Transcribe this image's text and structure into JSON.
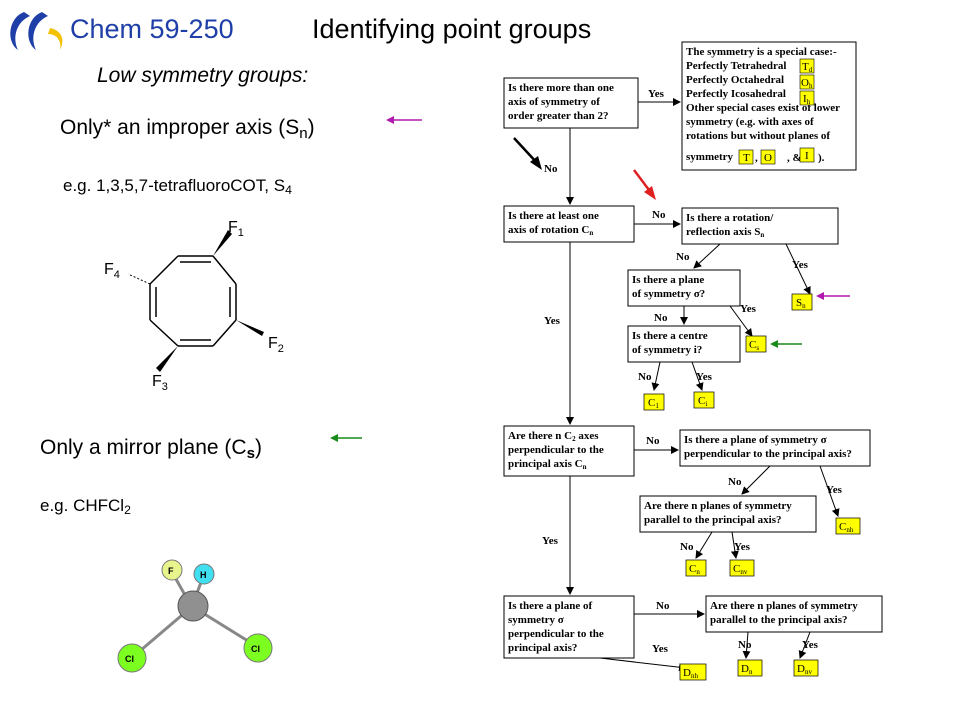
{
  "header": {
    "course": "Chem 59-250",
    "title": "Identifying point groups"
  },
  "subtitle": "Low symmetry groups:",
  "sn_section": {
    "heading_pre": "Only* an improper axis (S",
    "heading_sub": "n",
    "heading_post": ")",
    "example_pre": "e.g. 1,3,5,7-tetrafluoroCOT, S",
    "example_sub": "4",
    "labels": {
      "f1": "F",
      "f1_sub": "1",
      "f2": "F",
      "f2_sub": "2",
      "f3": "F",
      "f3_sub": "3",
      "f4": "F",
      "f4_sub": "4"
    }
  },
  "cs_section": {
    "heading_pre": "Only a mirror plane (C",
    "heading_sub": "s",
    "heading_post": ")",
    "example_pre": "e.g. CHFCl",
    "example_sub": "2",
    "atoms": {
      "f": "F",
      "h": "H",
      "cl1": "Cl",
      "cl2": "Cl"
    }
  },
  "colors": {
    "course_blue": "#1f3fa8",
    "highlight_yellow": "#ffff00",
    "arrow_purple": "#b01ab0",
    "arrow_green": "#1a8a1a",
    "arrow_red": "#e02020",
    "atom_f": "#e8f58c",
    "atom_h": "#40e0f0",
    "atom_cl": "#7cff20",
    "atom_c": "#909090"
  },
  "flowchart": {
    "special": {
      "line1": "The symmetry is a special case:-",
      "line2": "Perfectly Tetrahedral",
      "line3": "Perfectly Octahedral",
      "line4": "Perfectly Icosahedral",
      "line5": "Other special cases exist of lower",
      "line6": "symmetry (e.g. with axes of",
      "line7": "rotations but without planes of",
      "line8": "symmetry",
      "td": "T",
      "td_sub": "d",
      "oh": "O",
      "oh_sub": "h",
      "ih": "I",
      "ih_sub": "h",
      "t": "T",
      "o": "O",
      "i": "I",
      "sep1": ",",
      "sep2": ", &",
      "end": ")."
    },
    "q1": {
      "line1": "Is there more than one",
      "line2": "axis  of symmetry of",
      "line3": "order greater than 2?"
    },
    "q2": {
      "line1": "Is there at least one",
      "line2": "axis of rotation C",
      "line2_sub": "n"
    },
    "q3": {
      "line1": "Is there a rotation/",
      "line2": "reflection axis S",
      "line2_sub": "n"
    },
    "q4": {
      "line1": "Is there a plane",
      "line2": "of symmetry σ?"
    },
    "q5": {
      "line1": "Is there a centre",
      "line2": "of symmetry i?"
    },
    "q6": {
      "line1": "Are there n C",
      "line1_sub": "2",
      "line1_post": " axes",
      "line2": "perpendicular to the",
      "line3": "principal axis C",
      "line3_sub": "n"
    },
    "q7": {
      "line1": "Is there a plane of symmetry σ",
      "line2": "perpendicular to the principal axis?"
    },
    "q8": {
      "line1": "Are there n planes of symmetry",
      "line2": "parallel to the principal axis?"
    },
    "q9": {
      "line1": "Is there a plane of",
      "line2": "symmetry σ",
      "line3": "perpendicular to the",
      "line4": "principal axis?"
    },
    "q10": {
      "line1": "Are there n planes of symmetry",
      "line2": "parallel to the principal axis?"
    },
    "results": {
      "sn": "S",
      "sn_sub": "n",
      "cs": "C",
      "cs_sub": "s",
      "c1": "C",
      "c1_sub": "1",
      "ci": "C",
      "ci_sub": "i",
      "cnh": "C",
      "cnh_sub": "nh",
      "cn": "C",
      "cn_sub": "n",
      "cnv": "C",
      "cnv_sub": "nv",
      "dnh": "D",
      "dnh_sub": "nh",
      "dn": "D",
      "dn_sub": "n",
      "dnv": "D",
      "dnv_sub": "nv"
    },
    "labels": {
      "yes": "Yes",
      "no": "No"
    }
  }
}
